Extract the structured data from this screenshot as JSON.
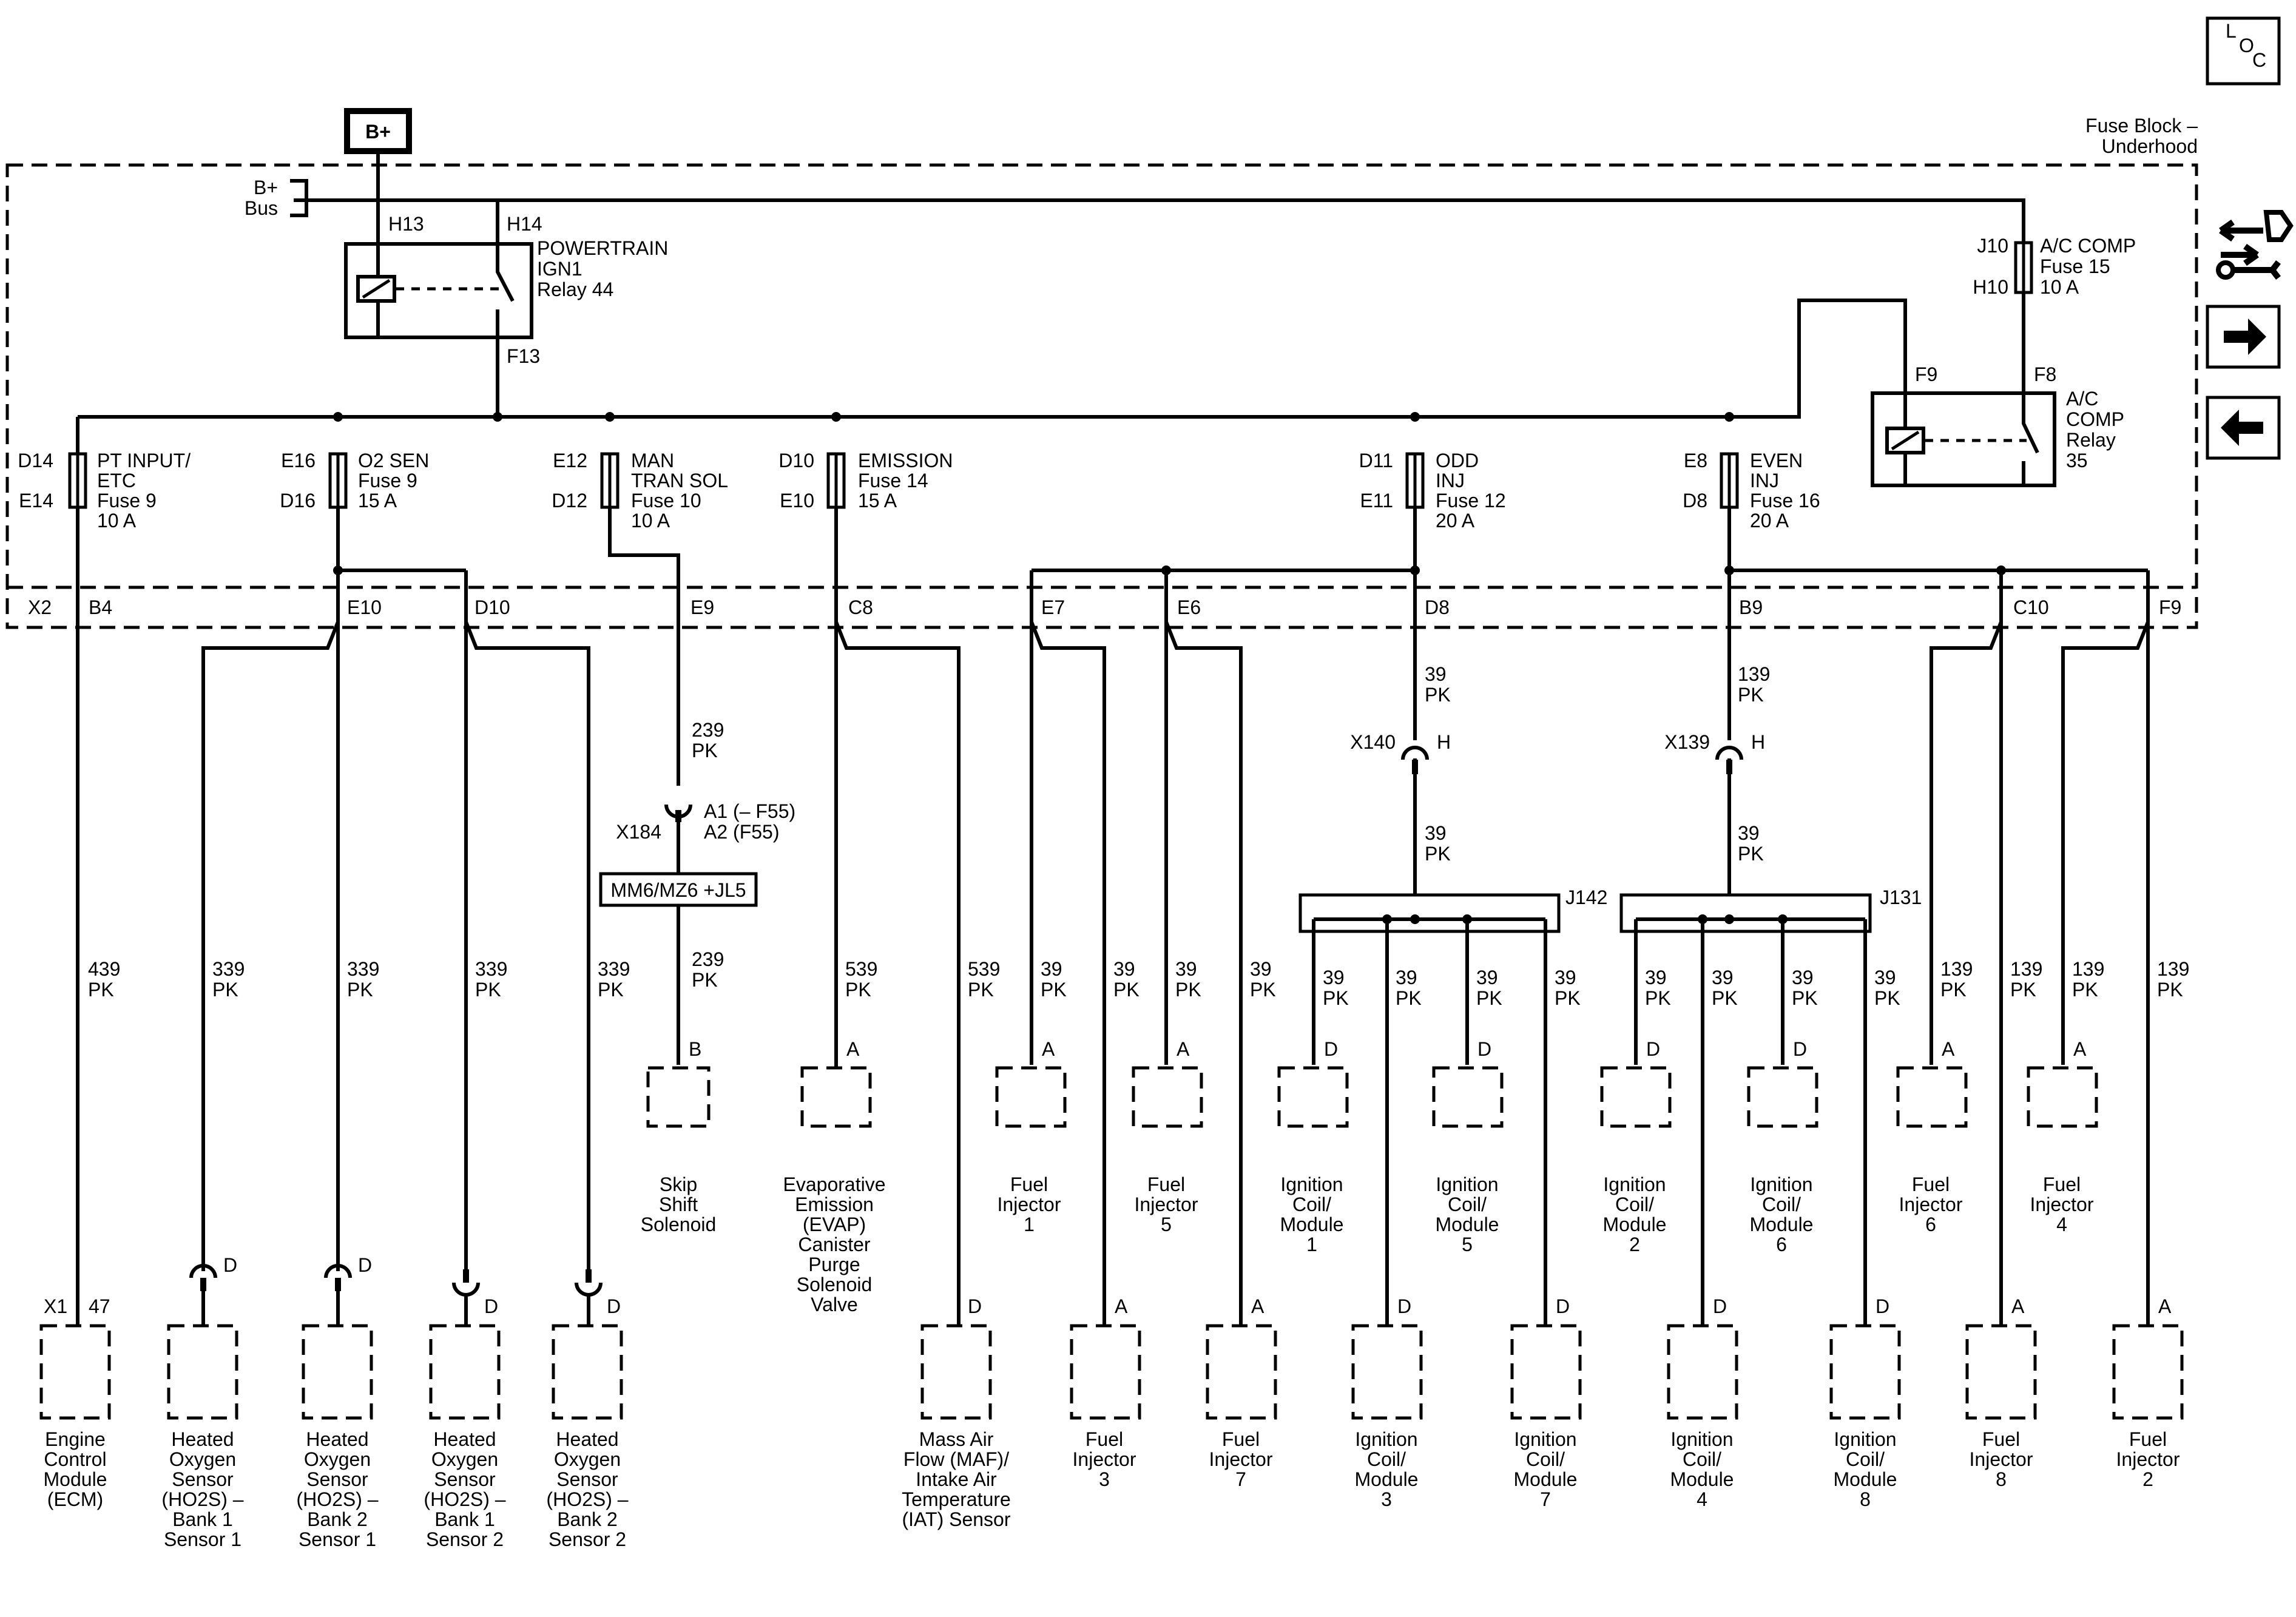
{
  "header": {
    "loc": [
      "L",
      "O",
      "C"
    ],
    "bplus": "B+",
    "fuse_block": [
      "Fuse Block –",
      "Underhood"
    ],
    "bus": [
      "B+",
      "Bus"
    ]
  },
  "nav": {
    "icons": [
      "connector-wrench-icon",
      "arrow-right-icon",
      "arrow-left-icon"
    ]
  },
  "relays": {
    "powertrain": {
      "pin_in": "H13",
      "pin_sw": "H14",
      "pin_out": "F13",
      "label": [
        "POWERTRAIN",
        "IGN1",
        "Relay 44"
      ]
    },
    "ac": {
      "pin_a": "F9",
      "pin_b": "F8",
      "label": [
        "A/C",
        "COMP",
        "Relay",
        "35"
      ]
    }
  },
  "ac_fuse": {
    "pin_top": "J10",
    "pin_bottom": "H10",
    "label": [
      "A/C COMP",
      "Fuse 15",
      "10 A"
    ]
  },
  "fuses": [
    {
      "pin_top": "D14",
      "pin_bottom": "E14",
      "label": [
        "PT INPUT/",
        "ETC",
        "Fuse 9",
        "10 A"
      ]
    },
    {
      "pin_top": "E16",
      "pin_bottom": "D16",
      "label": [
        "O2 SEN",
        "Fuse 9",
        "15 A"
      ]
    },
    {
      "pin_top": "E12",
      "pin_bottom": "D12",
      "label": [
        "MAN",
        "TRAN SOL",
        "Fuse 10",
        "10 A"
      ]
    },
    {
      "pin_top": "D10",
      "pin_bottom": "E10",
      "label": [
        "EMISSION",
        "Fuse 14",
        "15 A"
      ]
    },
    {
      "pin_top": "D11",
      "pin_bottom": "E11",
      "label": [
        "ODD",
        "INJ",
        "Fuse 12",
        "20 A"
      ]
    },
    {
      "pin_top": "E8",
      "pin_bottom": "D8",
      "label": [
        "EVEN",
        "INJ",
        "Fuse 16",
        "20 A"
      ]
    }
  ],
  "x2": {
    "name": "X2",
    "pins": [
      "B4",
      "E10",
      "D10",
      "E9",
      "C8",
      "E7",
      "E6",
      "D8",
      "B9",
      "C10",
      "F9"
    ]
  },
  "circuits": {
    "c439": [
      "439",
      "PK"
    ],
    "c339": [
      "339",
      "PK"
    ],
    "c239": [
      "239",
      "PK"
    ],
    "c539": [
      "539",
      "PK"
    ],
    "c39": [
      "39",
      "PK"
    ],
    "c139": [
      "139",
      "PK"
    ]
  },
  "inline_connectors": {
    "x184": {
      "name": "X184",
      "pins": [
        "A1 (– F55)",
        "A2 (F55)"
      ],
      "option": "MM6/MZ6 +JL5"
    },
    "x140": {
      "name": "X140",
      "pin": "H"
    },
    "x139": {
      "name": "X139",
      "pin": "H"
    }
  },
  "splices": {
    "j142": "J142",
    "j131": "J131"
  },
  "x1": {
    "name": "X1",
    "pin": "47"
  },
  "pins": {
    "a": "A",
    "b": "B",
    "d": "D"
  },
  "components": {
    "ecm": [
      "Engine",
      "Control",
      "Module",
      "(ECM)"
    ],
    "ho2s_b1s1": [
      "Heated",
      "Oxygen",
      "Sensor",
      "(HO2S) –",
      "Bank 1",
      "Sensor 1"
    ],
    "ho2s_b2s1": [
      "Heated",
      "Oxygen",
      "Sensor",
      "(HO2S) –",
      "Bank 2",
      "Sensor 1"
    ],
    "ho2s_b1s2": [
      "Heated",
      "Oxygen",
      "Sensor",
      "(HO2S) –",
      "Bank 1",
      "Sensor 2"
    ],
    "ho2s_b2s2": [
      "Heated",
      "Oxygen",
      "Sensor",
      "(HO2S) –",
      "Bank 2",
      "Sensor 2"
    ],
    "skip_shift": [
      "Skip",
      "Shift",
      "Solenoid"
    ],
    "evap": [
      "Evaporative",
      "Emission",
      "(EVAP)",
      "Canister",
      "Purge",
      "Solenoid",
      "Valve"
    ],
    "maf": [
      "Mass Air",
      "Flow (MAF)/",
      "Intake Air",
      "Temperature",
      "(IAT) Sensor"
    ],
    "inj1": [
      "Fuel",
      "Injector",
      "1"
    ],
    "inj5": [
      "Fuel",
      "Injector",
      "5"
    ],
    "inj3": [
      "Fuel",
      "Injector",
      "3"
    ],
    "inj7": [
      "Fuel",
      "Injector",
      "7"
    ],
    "inj6": [
      "Fuel",
      "Injector",
      "6"
    ],
    "inj4": [
      "Fuel",
      "Injector",
      "4"
    ],
    "inj8": [
      "Fuel",
      "Injector",
      "8"
    ],
    "inj2": [
      "Fuel",
      "Injector",
      "2"
    ],
    "coil1": [
      "Ignition",
      "Coil/",
      "Module",
      "1"
    ],
    "coil5": [
      "Ignition",
      "Coil/",
      "Module",
      "5"
    ],
    "coil3": [
      "Ignition",
      "Coil/",
      "Module",
      "3"
    ],
    "coil7": [
      "Ignition",
      "Coil/",
      "Module",
      "7"
    ],
    "coil2": [
      "Ignition",
      "Coil/",
      "Module",
      "2"
    ],
    "coil6": [
      "Ignition",
      "Coil/",
      "Module",
      "6"
    ],
    "coil4": [
      "Ignition",
      "Coil/",
      "Module",
      "4"
    ],
    "coil8": [
      "Ignition",
      "Coil/",
      "Module",
      "8"
    ]
  }
}
